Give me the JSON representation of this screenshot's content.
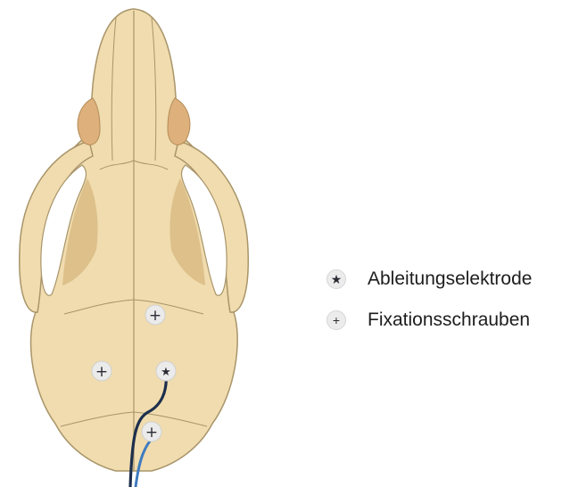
{
  "legend": {
    "items": [
      {
        "key": "electrode",
        "symbol": "★",
        "label": "Ableitungselektrode"
      },
      {
        "key": "screw",
        "symbol": "+",
        "label": "Fixationsschrauben"
      }
    ]
  },
  "markers": {
    "electrode_symbol": "★",
    "screw_symbol": "+"
  },
  "colors": {
    "bone": "#f0dcae",
    "bone_shadow": "#e3c98e",
    "bone_outline": "#a8956a",
    "bone_dark": "#c9ab74",
    "ear": "#ddb07c",
    "marker_fill": "#ebebeb",
    "wire_dark": "#1d2f4d",
    "wire_light": "#3f7bc0"
  }
}
